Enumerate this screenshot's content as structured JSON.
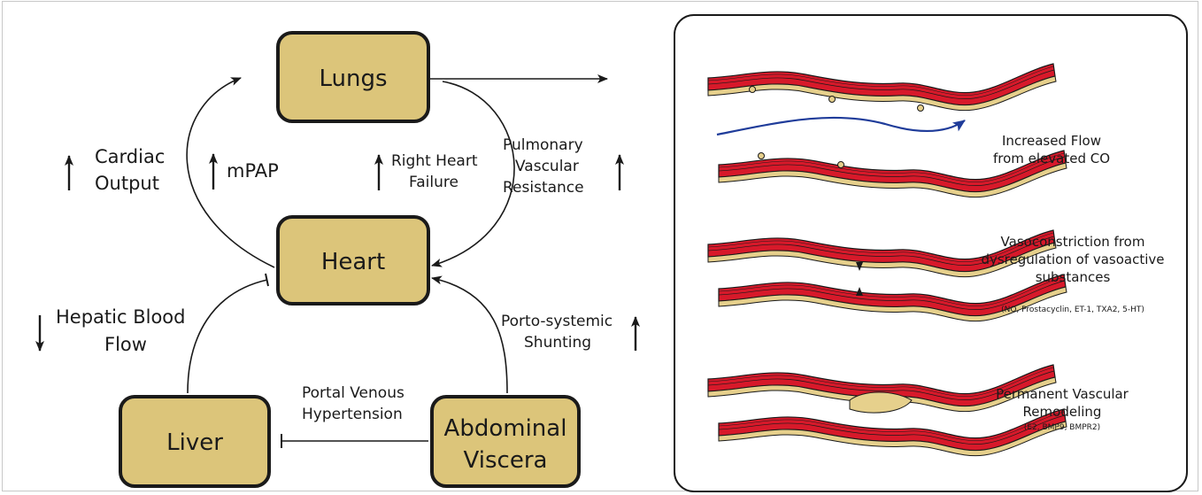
{
  "organs": {
    "lungs": "Lungs",
    "heart": "Heart",
    "liver": "Liver",
    "abdominal_line1": "Abdominal",
    "abdominal_line2": "Viscera"
  },
  "labels": {
    "cardiac_output_line1": "Cardiac",
    "cardiac_output_line2": "Output",
    "mpap": "mPAP",
    "rhf_line1": "Right Heart",
    "rhf_line2": "Failure",
    "pvr_line1": "Pulmonary",
    "pvr_line2": "Vascular",
    "pvr_line3": "Resistance",
    "hbf_line1": "Hepatic Blood",
    "hbf_line2": "Flow",
    "porto_line1": "Porto-systemic",
    "porto_line2": "Shunting",
    "pvh_line1": "Portal Venous",
    "pvh_line2": "Hypertension"
  },
  "panel": {
    "flow_line1": "Increased Flow",
    "flow_line2": "from elevated CO",
    "vaso_line1": "Vasoconstriction from",
    "vaso_line2": "dysregulation of vasoactive",
    "vaso_line3": "substances",
    "vaso_sub": "(NO, Prostacyclin, ET-1, TXA2, 5-HT)",
    "remodel_line1": "Permanent Vascular",
    "remodel_line2": "Remodeling",
    "remodel_sub": "(E2, BMP9, BMPR2)"
  },
  "colors": {
    "organ_fill": "#dcc57a",
    "vessel_red": "#d7192a",
    "vessel_tan": "#e6d08c",
    "flow_arrow": "#1f3c9a"
  }
}
